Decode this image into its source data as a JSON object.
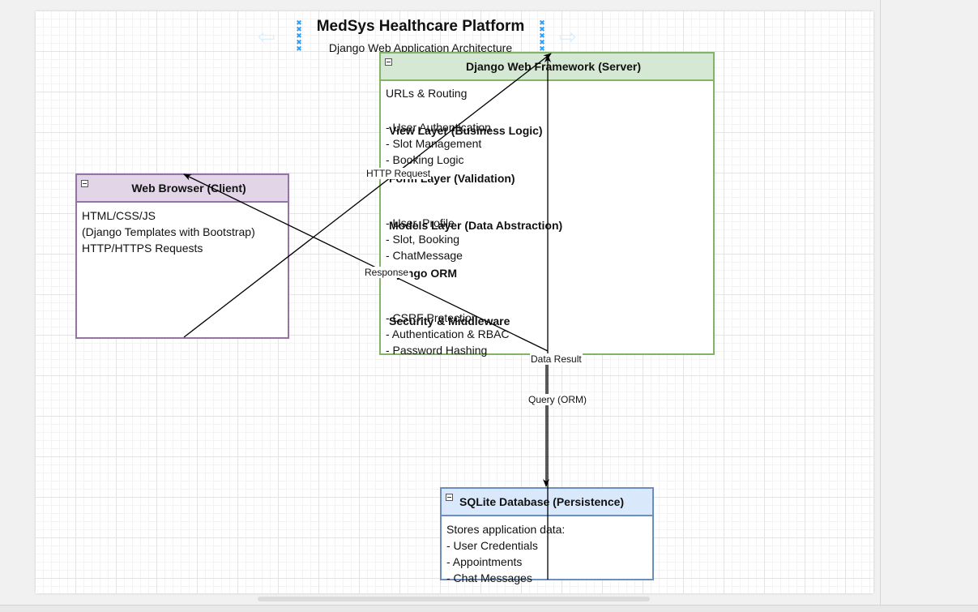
{
  "diagram": {
    "title": "MedSys Healthcare Platform",
    "subtitle": "Django Web Application Architecture",
    "client": {
      "title": "Web Browser (Client)",
      "lines": [
        "HTML/CSS/JS",
        "(Django Templates with Bootstrap)",
        "HTTP/HTTPS Requests"
      ]
    },
    "server": {
      "title": "Django Web Framework (Server)",
      "urls": "URLs & Routing",
      "view_layer": "View Layer (Business Logic)",
      "view_items": [
        "- User Authentication",
        "- Slot Management",
        "- Booking Logic"
      ],
      "form_layer": "Form Layer (Validation)",
      "models_layer": "Models Layer (Data Abstraction)",
      "models_items": [
        "- User, Profile",
        "- Slot, Booking",
        "- ChatMessage"
      ],
      "orm": "Django ORM",
      "security": "Security & Middleware",
      "security_items": [
        "- CSRF Protection",
        "- Authentication & RBAC",
        "- Password Hashing"
      ]
    },
    "database": {
      "title": "SQLite Database (Persistence)",
      "lines": [
        "Stores application data:",
        "- User Credentials",
        "- Appointments",
        "- Chat Messages"
      ]
    },
    "edges": {
      "http_request": "HTTP Request",
      "response": "Response",
      "data_result": "Data Result",
      "query": "Query (ORM)"
    }
  },
  "colors": {
    "client_fill": "#e1d5e7",
    "client_stroke": "#9673a6",
    "server_fill": "#d5e8d4",
    "server_stroke": "#82b366",
    "db_fill": "#dae8fc",
    "db_stroke": "#6c8ebf",
    "selection_handle": "#2b9df4"
  },
  "icons": {
    "collapse": "collapse-minus-icon",
    "selection": "selection-handle-icon",
    "navigate": "navigate-arrow-icon"
  }
}
